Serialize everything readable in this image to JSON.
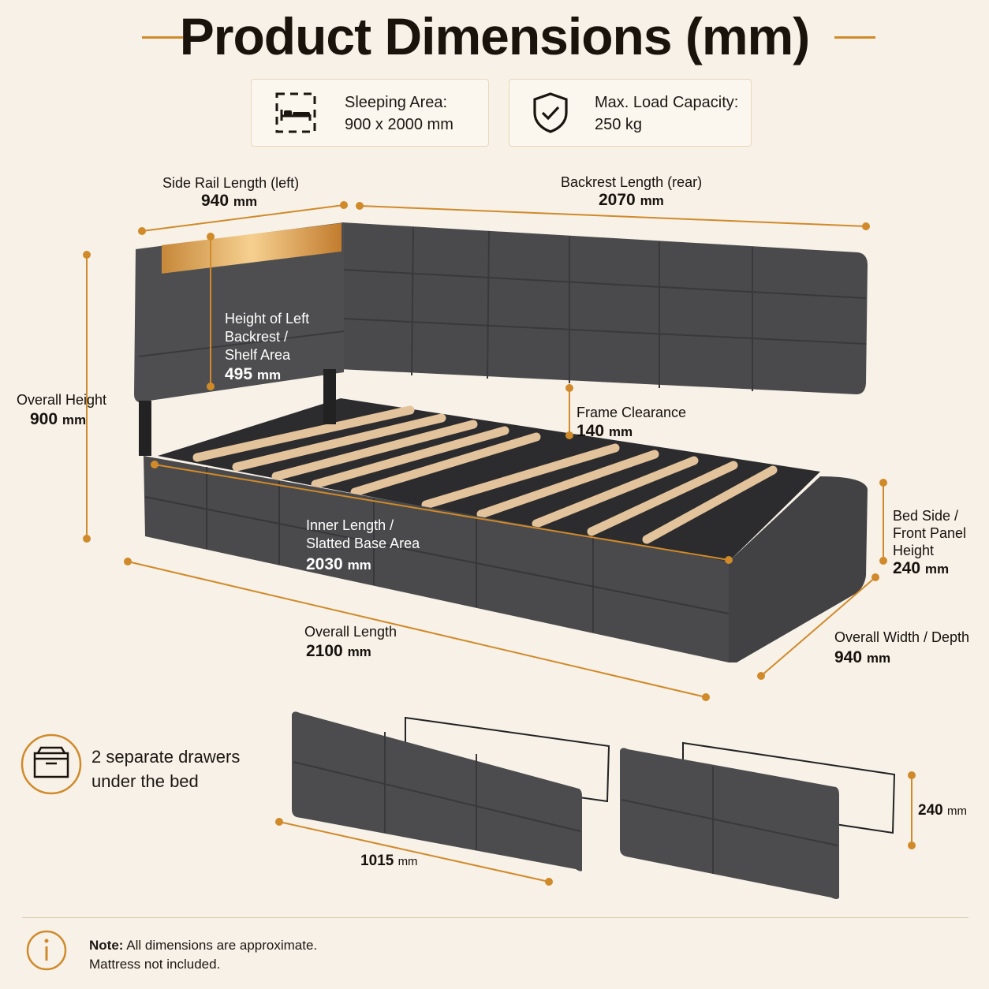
{
  "title": "Product Dimensions (mm)",
  "features": [
    {
      "icon": "bed-icon",
      "label": "Sleeping Area:",
      "value": "900 x 2000 mm"
    },
    {
      "icon": "shield-check-icon",
      "label": "Max. Load Capacity:",
      "value": "250 kg"
    }
  ],
  "dimensions": {
    "side_rail": {
      "label": "Side Rail Length (left)",
      "value": "940",
      "unit": "mm"
    },
    "backrest": {
      "label": "Backrest Length (rear)",
      "value": "2070",
      "unit": "mm"
    },
    "overall_height": {
      "label": "Overall Height",
      "value": "900",
      "unit": "mm"
    },
    "left_backrest": {
      "label_1": "Height of Left",
      "label_2": "Backrest /",
      "label_3": "Shelf Area",
      "value": "495",
      "unit": "mm"
    },
    "frame_clearance": {
      "label": "Frame Clearance",
      "value": "140",
      "unit": "mm"
    },
    "inner_length": {
      "label_1": "Inner Length /",
      "label_2": "Slatted Base Area",
      "value": "2030",
      "unit": "mm"
    },
    "bed_side": {
      "label_1": "Bed Side /",
      "label_2": "Front Panel",
      "label_3": "Height",
      "value": "240",
      "unit": "mm"
    },
    "overall_length": {
      "label": "Overall Length",
      "value": "2100",
      "unit": "mm"
    },
    "overall_width": {
      "label": "Overall Width / Depth",
      "value": "940",
      "unit": "mm"
    },
    "drawer_length": {
      "value": "1015",
      "unit": "mm"
    },
    "drawer_height": {
      "value": "240",
      "unit": "mm"
    }
  },
  "drawers": {
    "line_1": "2 separate drawers",
    "line_2": "under the bed"
  },
  "note": {
    "label": "Note:",
    "line_1": "All dimensions are approximate.",
    "line_2": "Mattress not included."
  },
  "colors": {
    "accent": "#d08a2a",
    "background": "#f7f1e8",
    "fabric": "#4b4b4d",
    "slat": "#e3c39b"
  }
}
